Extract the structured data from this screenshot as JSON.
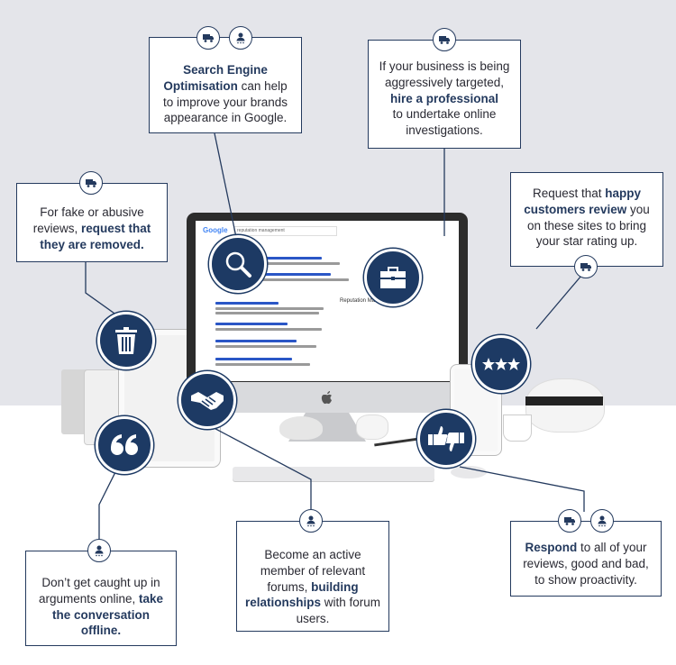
{
  "colors": {
    "navy": "#1d3a64",
    "border": "#243a5e",
    "background_top": "#e4e5ea"
  },
  "cards": {
    "seo": {
      "bold": "Search Engine Optimisation",
      "rest": " can help to improve your brands appearance in Google."
    },
    "professional": {
      "pre": "If your business is being aggressively targeted, ",
      "bold": "hire a professional",
      "post": " to undertake online investigations."
    },
    "fake_reviews": {
      "pre": "For fake or abusive reviews, ",
      "bold": "request that they are removed."
    },
    "happy_customers": {
      "pre": "Request that ",
      "bold": "happy customers review",
      "post": " you on these sites to bring your star rating up."
    },
    "offline": {
      "pre": "Don’t get caught up in arguments online, ",
      "bold": "take the conversation offline."
    },
    "forums": {
      "pre": "Become an active member of relevant forums, ",
      "bold": "building relationships",
      "post": " with forum users."
    },
    "respond": {
      "bold": "Respond",
      "post": " to all of your reviews, good and bad, to show proactivity."
    }
  },
  "bubble_icons": [
    "magnifier-icon",
    "briefcase-icon",
    "trash-icon",
    "star-rating-icon",
    "handshake-icon",
    "quote-icon",
    "thumbs-icon"
  ],
  "badge_icons": [
    "truck-icon",
    "person-icon"
  ],
  "screen": {
    "logo": "Google",
    "query": "reputation management",
    "panel_title": "Reputation Management"
  }
}
